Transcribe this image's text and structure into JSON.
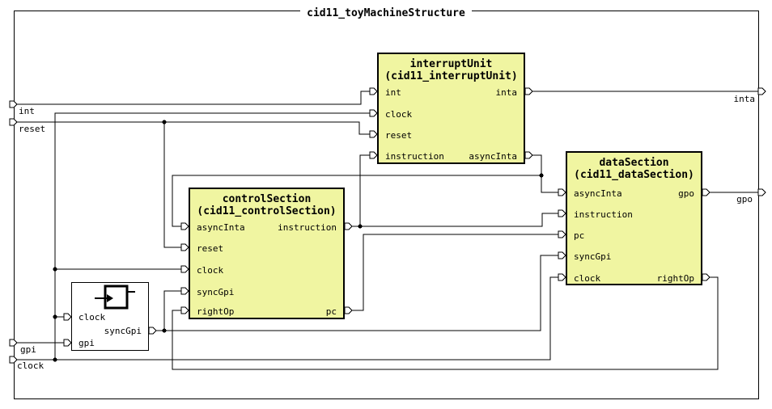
{
  "title": "cid11_toyMachineStructure",
  "blocks": {
    "interruptUnit": {
      "title": "interruptUnit",
      "subtitle": "(cid11_interruptUnit)",
      "inputs": [
        "int",
        "clock",
        "reset",
        "instruction"
      ],
      "outputs": [
        "inta",
        "asyncInta"
      ]
    },
    "controlSection": {
      "title": "controlSection",
      "subtitle": "(cid11_controlSection)",
      "inputs": [
        "asyncInta",
        "reset",
        "clock",
        "syncGpi",
        "rightOp"
      ],
      "outputs": [
        "instruction",
        "pc"
      ]
    },
    "dataSection": {
      "title": "dataSection",
      "subtitle": "(cid11_dataSection)",
      "inputs": [
        "asyncInta",
        "instruction",
        "pc",
        "syncGpi",
        "clock"
      ],
      "outputs": [
        "gpo",
        "rightOp"
      ]
    },
    "synchronizer": {
      "inputs": [
        "clock",
        "gpi"
      ],
      "outputs": [
        "syncGpi"
      ]
    }
  },
  "external_inputs": [
    "int",
    "reset",
    "gpi",
    "clock"
  ],
  "external_outputs": [
    "inta",
    "gpo"
  ],
  "colors": {
    "block_fill": "#f0f5a1",
    "block_border": "#000000",
    "wire": "#000000",
    "canvas_bg": "#ffffff"
  }
}
